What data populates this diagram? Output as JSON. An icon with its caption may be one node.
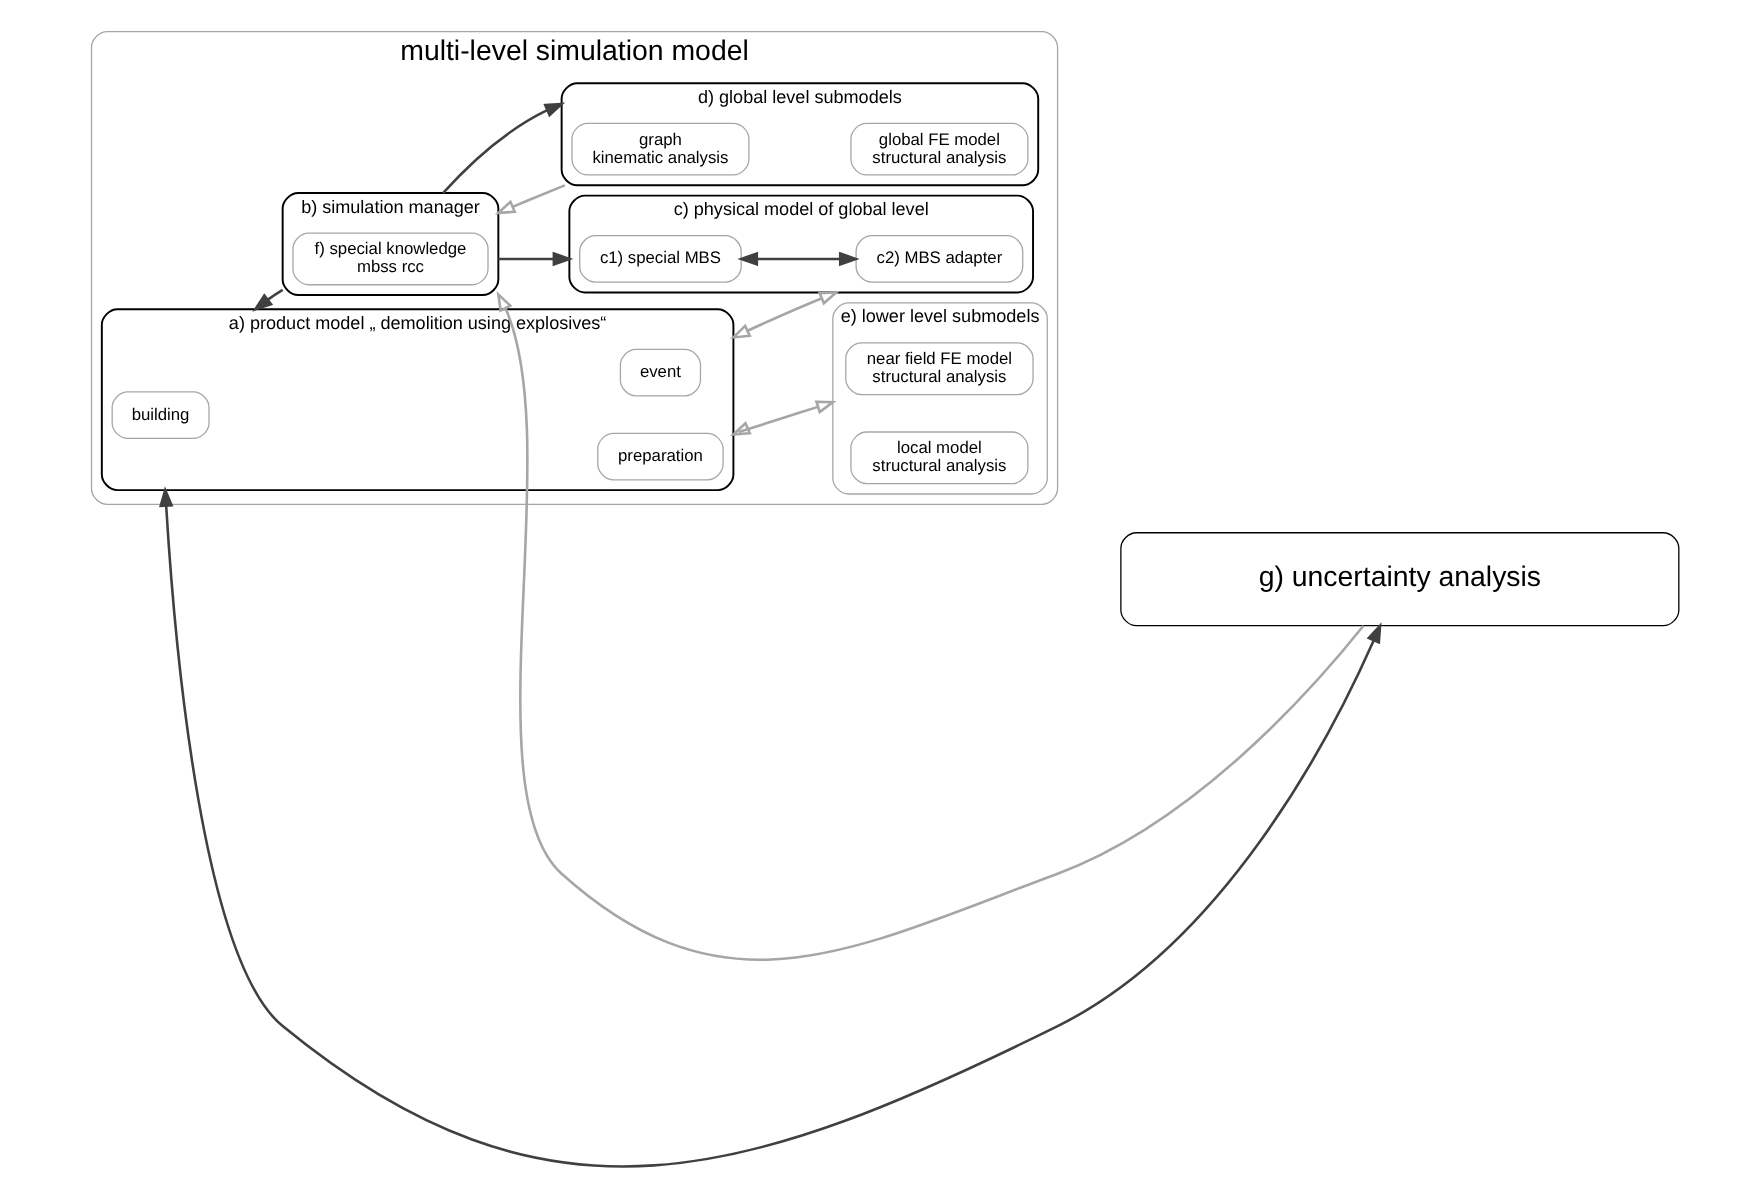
{
  "diagram": {
    "nodes": [
      {
        "text": [
          "multi-level simulation model"
        ]
      },
      {
        "text": [
          "a) product model „ demolition using explosives“"
        ],
        "in": 0
      },
      {
        "text": [
          "building"
        ],
        "in": 1
      },
      {
        "text": [
          "event"
        ],
        "in": 1
      },
      {
        "text": [
          "preparation"
        ],
        "in": 1
      },
      {
        "text": [
          "b) simulation manager"
        ],
        "in": 0
      },
      {
        "text": [
          "f) special knowledge",
          "mbss rcc"
        ],
        "in": 5
      },
      {
        "text": [
          "c) physical model of global level"
        ],
        "in": 0
      },
      {
        "text": [
          "c1) special MBS"
        ],
        "in": 7
      },
      {
        "text": [
          "c2) MBS adapter"
        ],
        "in": 7
      },
      {
        "text": [
          "d) global level submodels"
        ],
        "in": 0
      },
      {
        "text": [
          "global FE model",
          "structural analysis"
        ],
        "in": 10
      },
      {
        "text": [
          "graph",
          "kinematic analysis"
        ],
        "in": 10
      },
      {
        "text": [
          "e) lower level submodels"
        ],
        "in": 0
      },
      {
        "text": [
          "near field FE model",
          "structural analysis"
        ],
        "in": 13
      },
      {
        "text": [
          "local model",
          "structural analysis"
        ],
        "in": 13
      },
      {
        "text": [
          "g) uncertainty analysis"
        ]
      }
    ],
    "edges": [
      {
        "from": 5,
        "to": 1,
        "arrow": "to"
      },
      {
        "from": 5,
        "to": 7,
        "arrow": "to"
      },
      {
        "from": 1,
        "to": 7,
        "arrow": "both",
        "color": "#a6a6a6"
      },
      {
        "from": 8,
        "to": 9,
        "arrow": "both"
      },
      {
        "from": 5,
        "to": 10,
        "arrow": "to"
      },
      {
        "from": 10,
        "to": 5,
        "arrow": "to",
        "color": "#a6a6a6"
      },
      {
        "from": 1,
        "to": 13,
        "arrow": "both",
        "color": "#a6a6a6"
      },
      {
        "from": 16,
        "to": 1,
        "arrow": "both"
      },
      {
        "from": 16,
        "to": 5,
        "arrow": "to",
        "color": "#a6a6a6"
      }
    ]
  }
}
